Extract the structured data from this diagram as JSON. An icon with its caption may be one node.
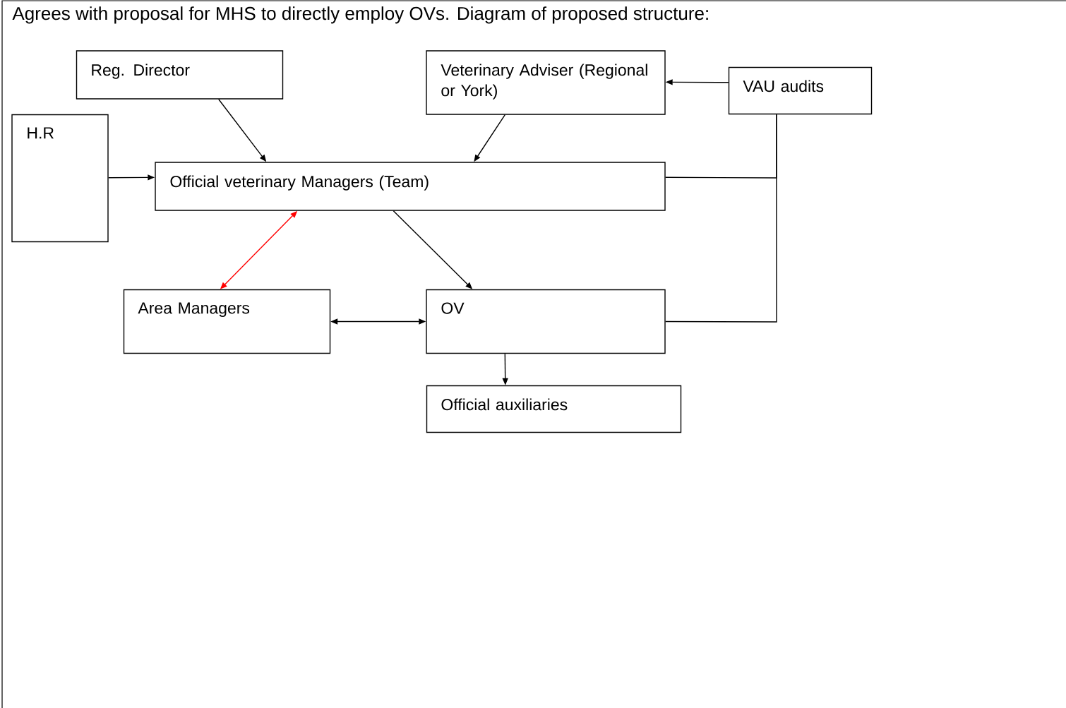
{
  "diagram": {
    "title": "Agrees with proposal for MHS to directly employ OVs.  Diagram of proposed structure:",
    "nodes": [
      {
        "text": [
          "Reg. Director"
        ]
      },
      {
        "text": [
          "Veterinary Adviser (Regional or York)"
        ]
      },
      {
        "text": [
          "VAU audits"
        ]
      },
      {
        "text": [
          "H.R"
        ]
      },
      {
        "text": [
          "Official veterinary Managers (Team)"
        ]
      },
      {
        "text": [
          "Area Managers"
        ]
      },
      {
        "text": [
          "OV"
        ]
      },
      {
        "text": [
          "Official auxiliaries"
        ]
      }
    ],
    "edges": [
      {
        "from": 0,
        "to": 4,
        "arrow": "to"
      },
      {
        "from": 1,
        "to": 4,
        "arrow": "to"
      },
      {
        "from": 2,
        "to": 1,
        "arrow": "to"
      },
      {
        "from": 3,
        "to": 4,
        "arrow": "to"
      },
      {
        "from": 4,
        "to": 5,
        "arrow": "both",
        "color": "#ff0000"
      },
      {
        "from": 4,
        "to": 6,
        "arrow": "to"
      },
      {
        "from": 5,
        "to": 6,
        "arrow": "both"
      },
      {
        "from": 6,
        "to": 7,
        "arrow": "to"
      },
      {
        "from": 2,
        "to": 4,
        "arrow": "none"
      },
      {
        "from": 2,
        "to": 6,
        "arrow": "none"
      }
    ]
  }
}
